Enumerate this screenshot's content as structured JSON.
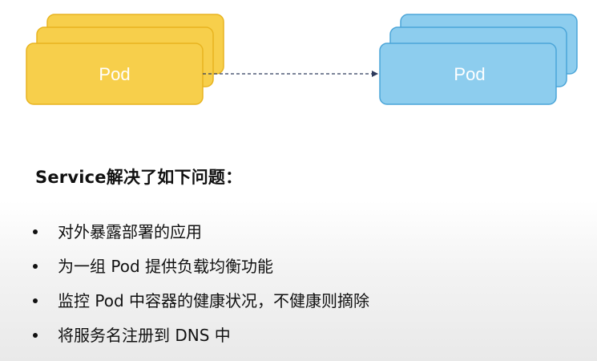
{
  "diagram": {
    "left_group": {
      "label": "Pod",
      "fill": "#F7CF4B",
      "stroke": "#E8B420"
    },
    "right_group": {
      "label": "Pod",
      "fill": "#8DCDEE",
      "stroke": "#4BA5D8"
    },
    "connector_color": "#2D3A5C"
  },
  "content": {
    "title": "Service解决了如下问题：",
    "items": [
      {
        "text": "对外暴露部署的应用"
      },
      {
        "text": "为一组 Pod 提供负载均衡功能"
      },
      {
        "text": "监控 Pod 中容器的健康状况，不健康则摘除"
      },
      {
        "text": "将服务名注册到 DNS 中"
      }
    ]
  }
}
